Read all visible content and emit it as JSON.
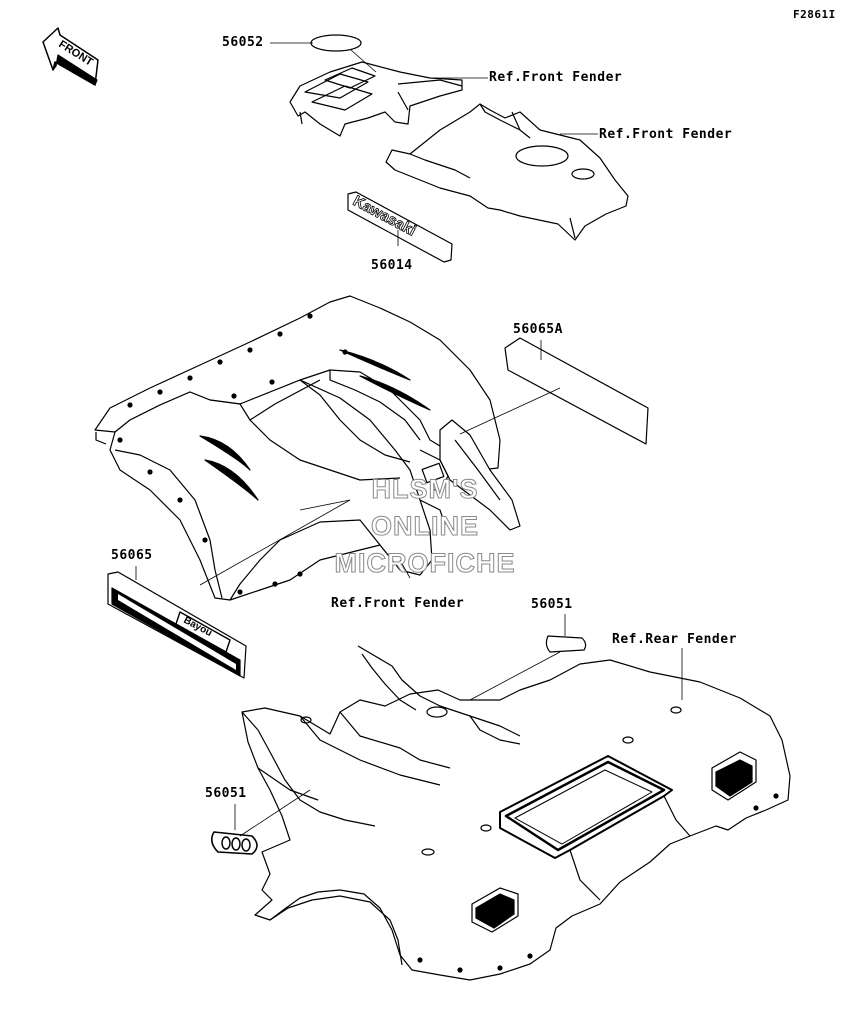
{
  "figure_id": "F2861I",
  "front_label": "FRONT",
  "watermark": {
    "line1": "HLSM'S",
    "line2": "ONLINE",
    "line3": "MICROFICHE"
  },
  "parts": [
    {
      "number": "56052"
    },
    {
      "number": "56014"
    },
    {
      "number": "56065A"
    },
    {
      "number": "56065"
    },
    {
      "number": "56051"
    },
    {
      "number": "56051"
    }
  ],
  "references": [
    "Ref.Front Fender",
    "Ref.Front Fender",
    "Ref.Front Fender",
    "Ref.Rear Fender"
  ],
  "decals": {
    "kawasaki": "Kawasaki",
    "bayou": "Bayou"
  }
}
